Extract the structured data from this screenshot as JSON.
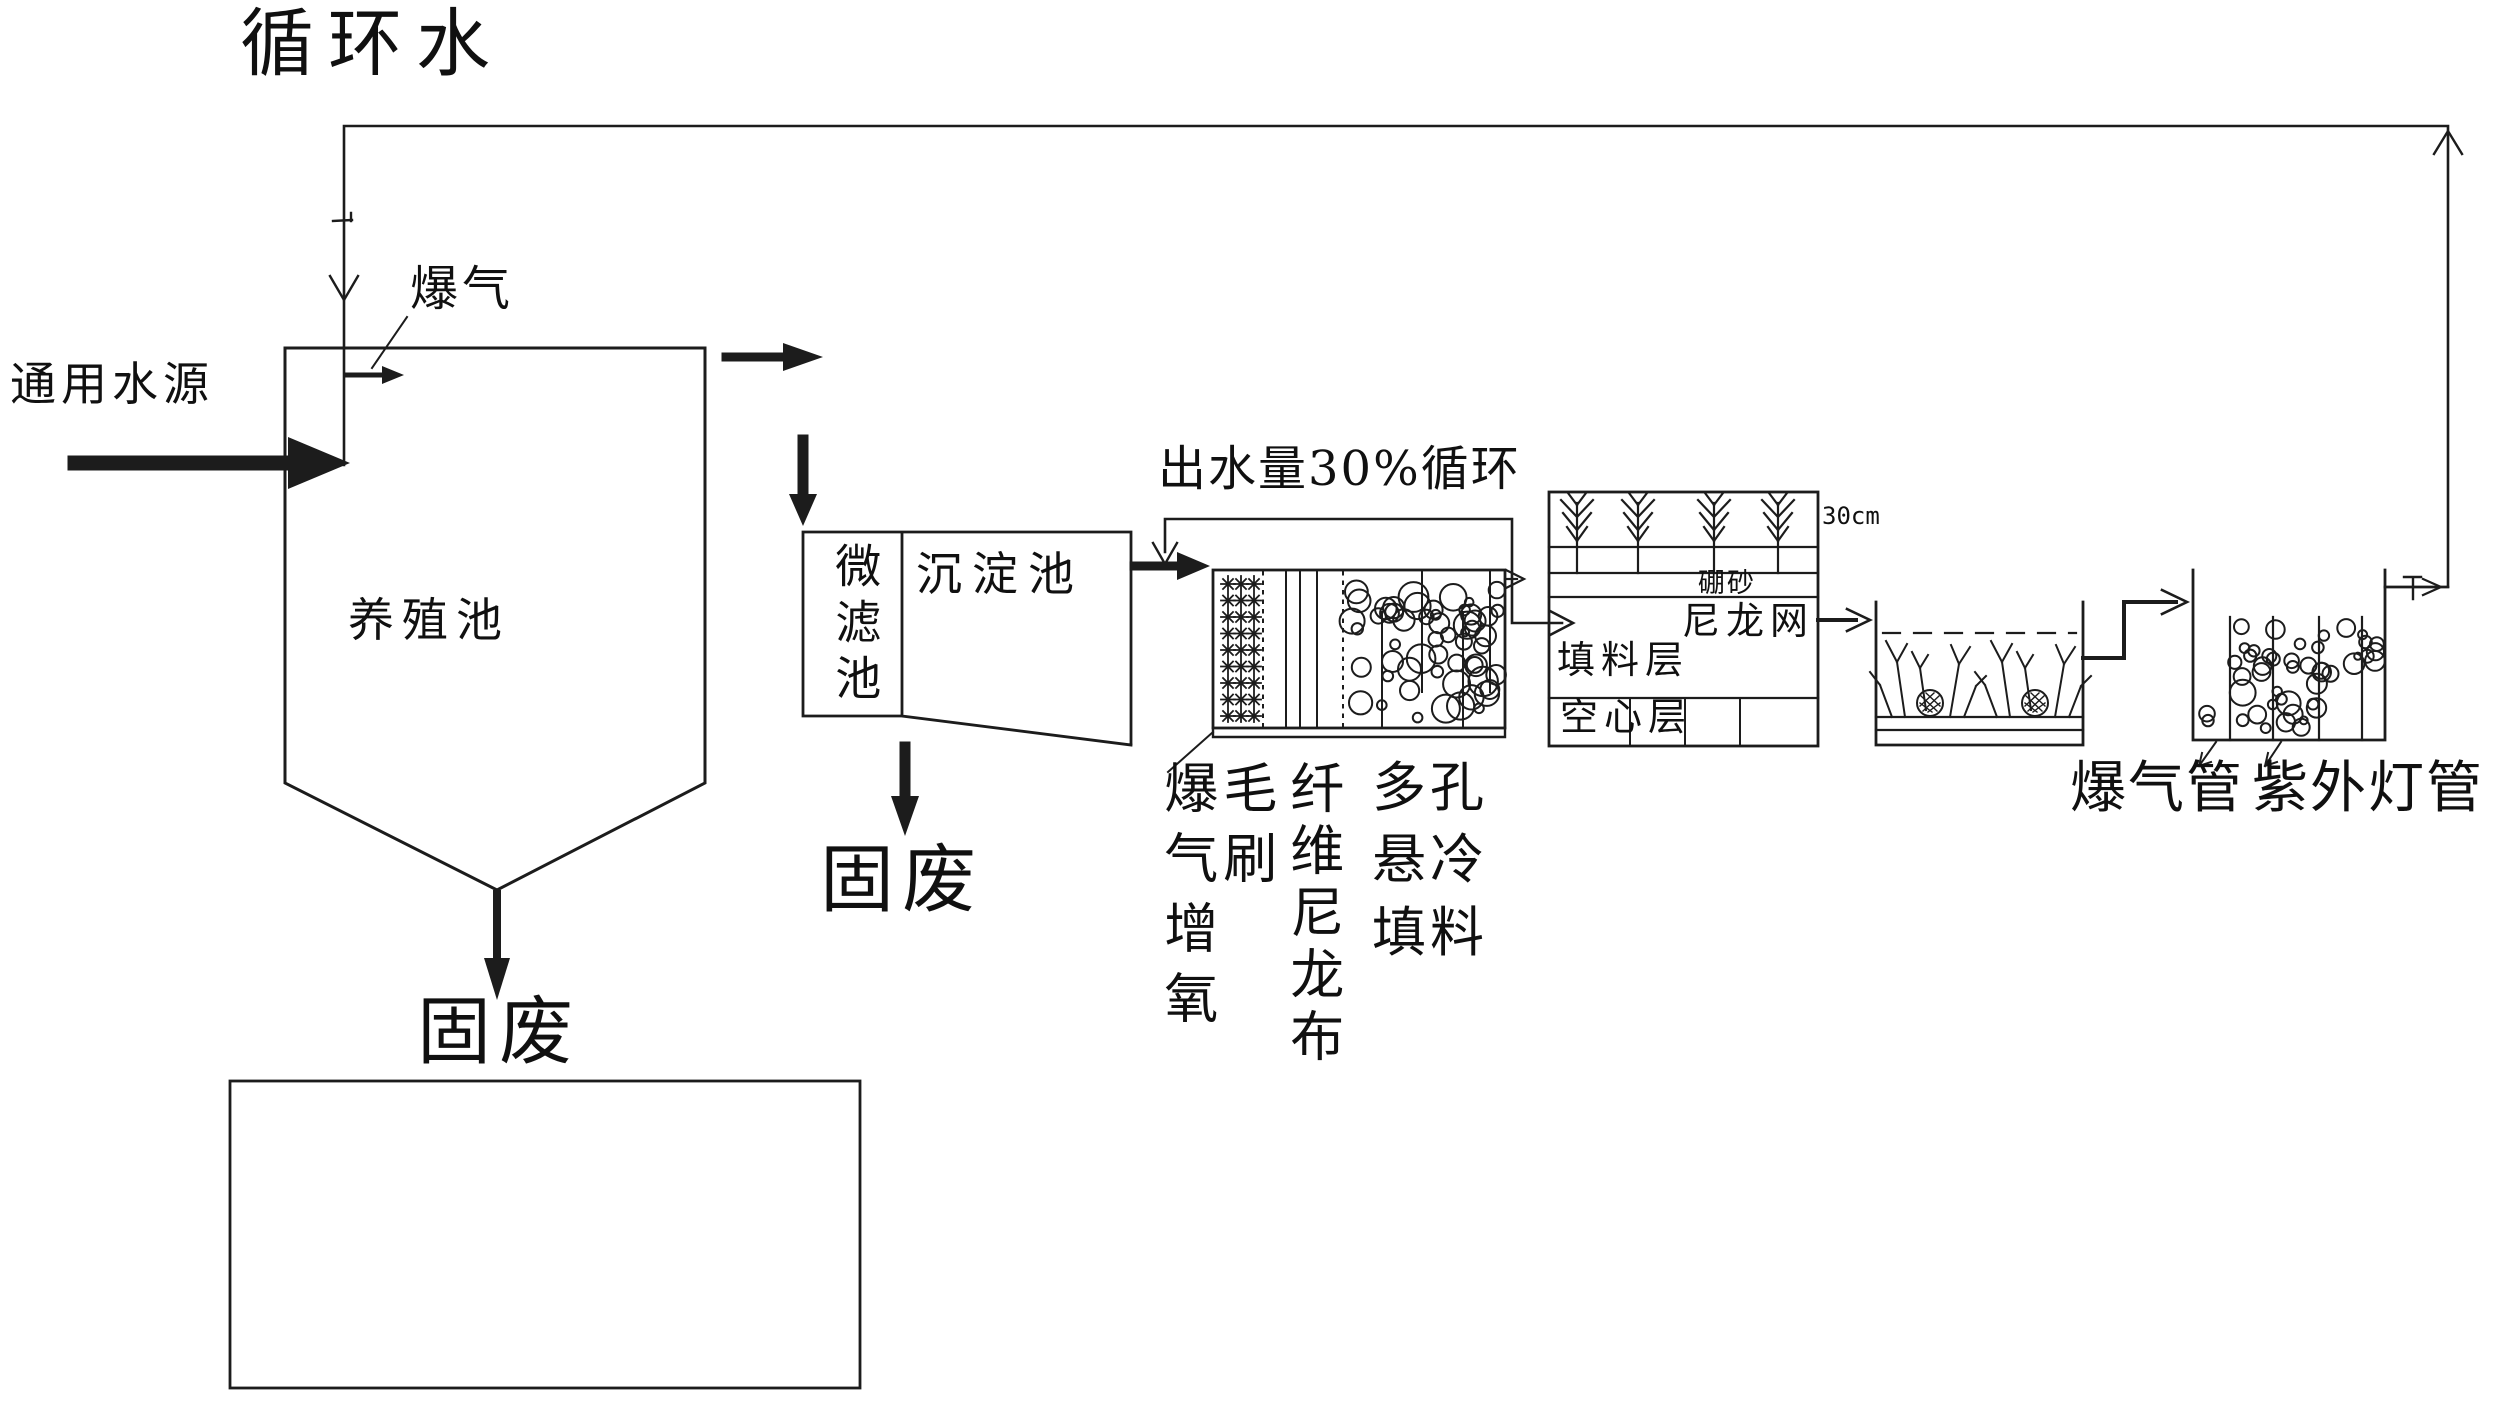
{
  "title": "循环水",
  "source": {
    "label": "通用水源"
  },
  "pond": {
    "name": "养殖池",
    "aeration": "爆气",
    "waste": "固废"
  },
  "filter": {
    "micro": "微滤池",
    "sediment": "沉淀池",
    "waste": "固废"
  },
  "recycle_note": "出水量30%循环",
  "brush_tank": {
    "aeration": "爆气增氧",
    "brush": "毛刷",
    "fiber": "纤维尼龙布",
    "porous": "多孔悬冷填料"
  },
  "wetland": {
    "depth": "30cm",
    "borax": "硼砂",
    "net": "尼龙网",
    "filler": "填料层",
    "hollow": "空心层"
  },
  "uv": {
    "aeration_pipe": "爆气管",
    "uv_lamp": "紫外灯管"
  },
  "colors": {
    "line": "#1c1c1c",
    "text": "#101010",
    "background": "#ffffff"
  }
}
